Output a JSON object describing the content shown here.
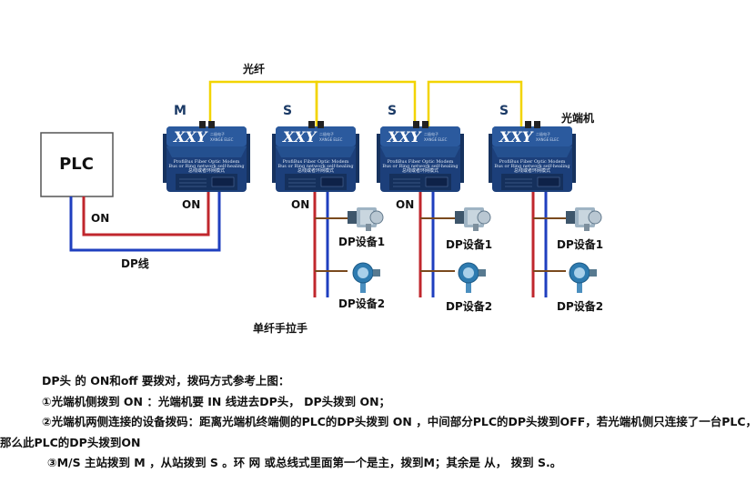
{
  "diagram": {
    "fiber_label": "光纤",
    "plc_label": "PLC",
    "plc_on_label": "ON",
    "dp_line_label": "DP线",
    "brand_logo": "XXY",
    "brand_cn": "二极电子",
    "brand_en": "XANGE ELEC",
    "device_title_en": "ProfiBus Fiber Optic Modem",
    "device_subtitle_en": "Bus or Ring network self-healing",
    "device_subtitle_cn": "总线或者环网模式",
    "devices": [
      {
        "role": "M",
        "switch": "ON",
        "tag": ""
      },
      {
        "role": "S",
        "switch": "ON",
        "tag": ""
      },
      {
        "role": "S",
        "switch": "ON",
        "tag": ""
      },
      {
        "role": "S",
        "switch": "",
        "tag": "光端机"
      }
    ],
    "slave_label_1": "DP设备1",
    "slave_label_2": "DP设备2",
    "caption": "单纤手拉手"
  },
  "notes": {
    "heading": "DP头 的 ON和off 要拨对，拨码方式参考上图：",
    "item1": "①光端机侧拨到 ON ：光端机要 IN 线进去DP头， DP头拨到 ON；",
    "item2a": "②光端机两侧连接的设备拨码：距离光端机终端侧的PLC的DP头拨到 ON ，中间部分PLC的DP头拨到OFF，若光端机侧只连接了一台PLC，",
    "item2b": "那么此PLC的DP头拨到ON",
    "item3": "③M/S 主站拨到 M ，从站拨到 S 。环 网 或总线式里面第一个是主，拨到M；其余是 从， 拨到 S.。"
  },
  "colors": {
    "fiber": "#f2d400",
    "dp_red": "#c0272d",
    "dp_blue": "#1f3fbf",
    "device_body": "#1c3f7a",
    "device_top": "#2b5a9e",
    "bus_brown": "#7a4a1e"
  }
}
